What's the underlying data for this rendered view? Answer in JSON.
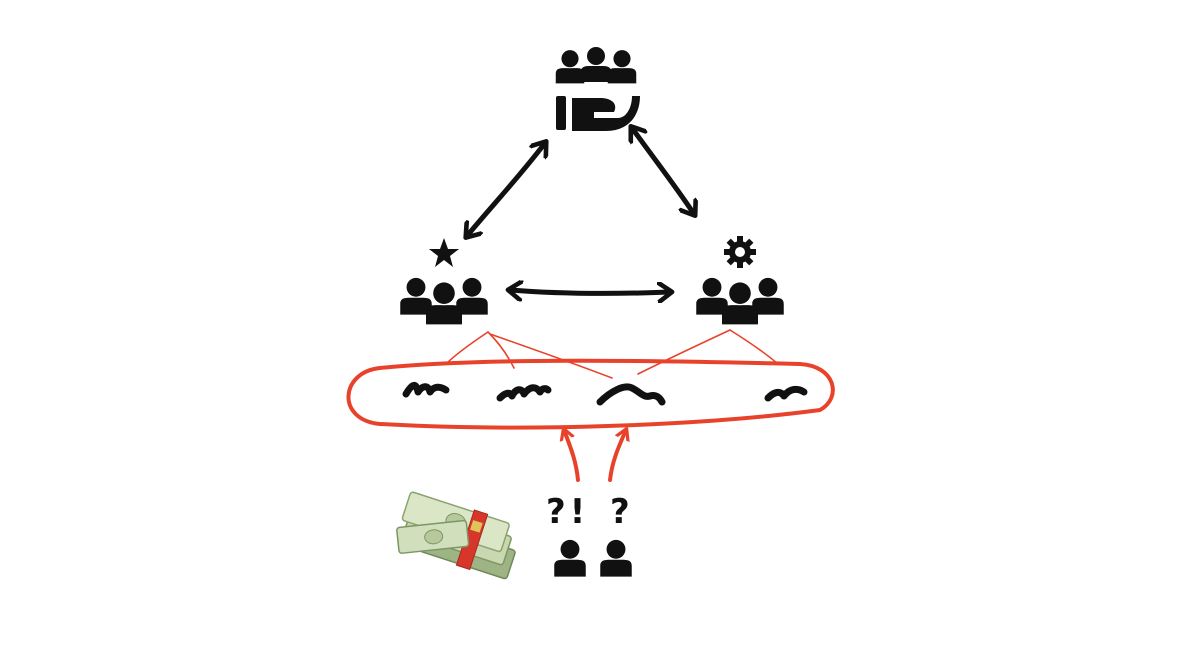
{
  "diagram": {
    "nodes": [
      {
        "id": "community-group",
        "icon": "people-hand-icon"
      },
      {
        "id": "star-group",
        "icon": "people-star-icon"
      },
      {
        "id": "gear-group",
        "icon": "people-gear-icon"
      }
    ],
    "links": [
      {
        "from": "star-group",
        "to": "community-group",
        "style": "double-arrow"
      },
      {
        "from": "community-group",
        "to": "gear-group",
        "style": "double-arrow"
      },
      {
        "from": "star-group",
        "to": "gear-group",
        "style": "double-arrow"
      }
    ],
    "scribble_box": {
      "scribble_count": 4,
      "color": "#e8432a"
    },
    "bottom": {
      "money_icon": "cash-stack-icon",
      "people": [
        {
          "icon": "person-icon",
          "mark": "?!"
        },
        {
          "icon": "person-icon",
          "mark": "?"
        }
      ],
      "arrow_color": "#e8432a"
    },
    "colors": {
      "ink": "#111111",
      "accent": "#e8432a",
      "cash": "#b9c9a0",
      "band": "#d6372a"
    }
  }
}
